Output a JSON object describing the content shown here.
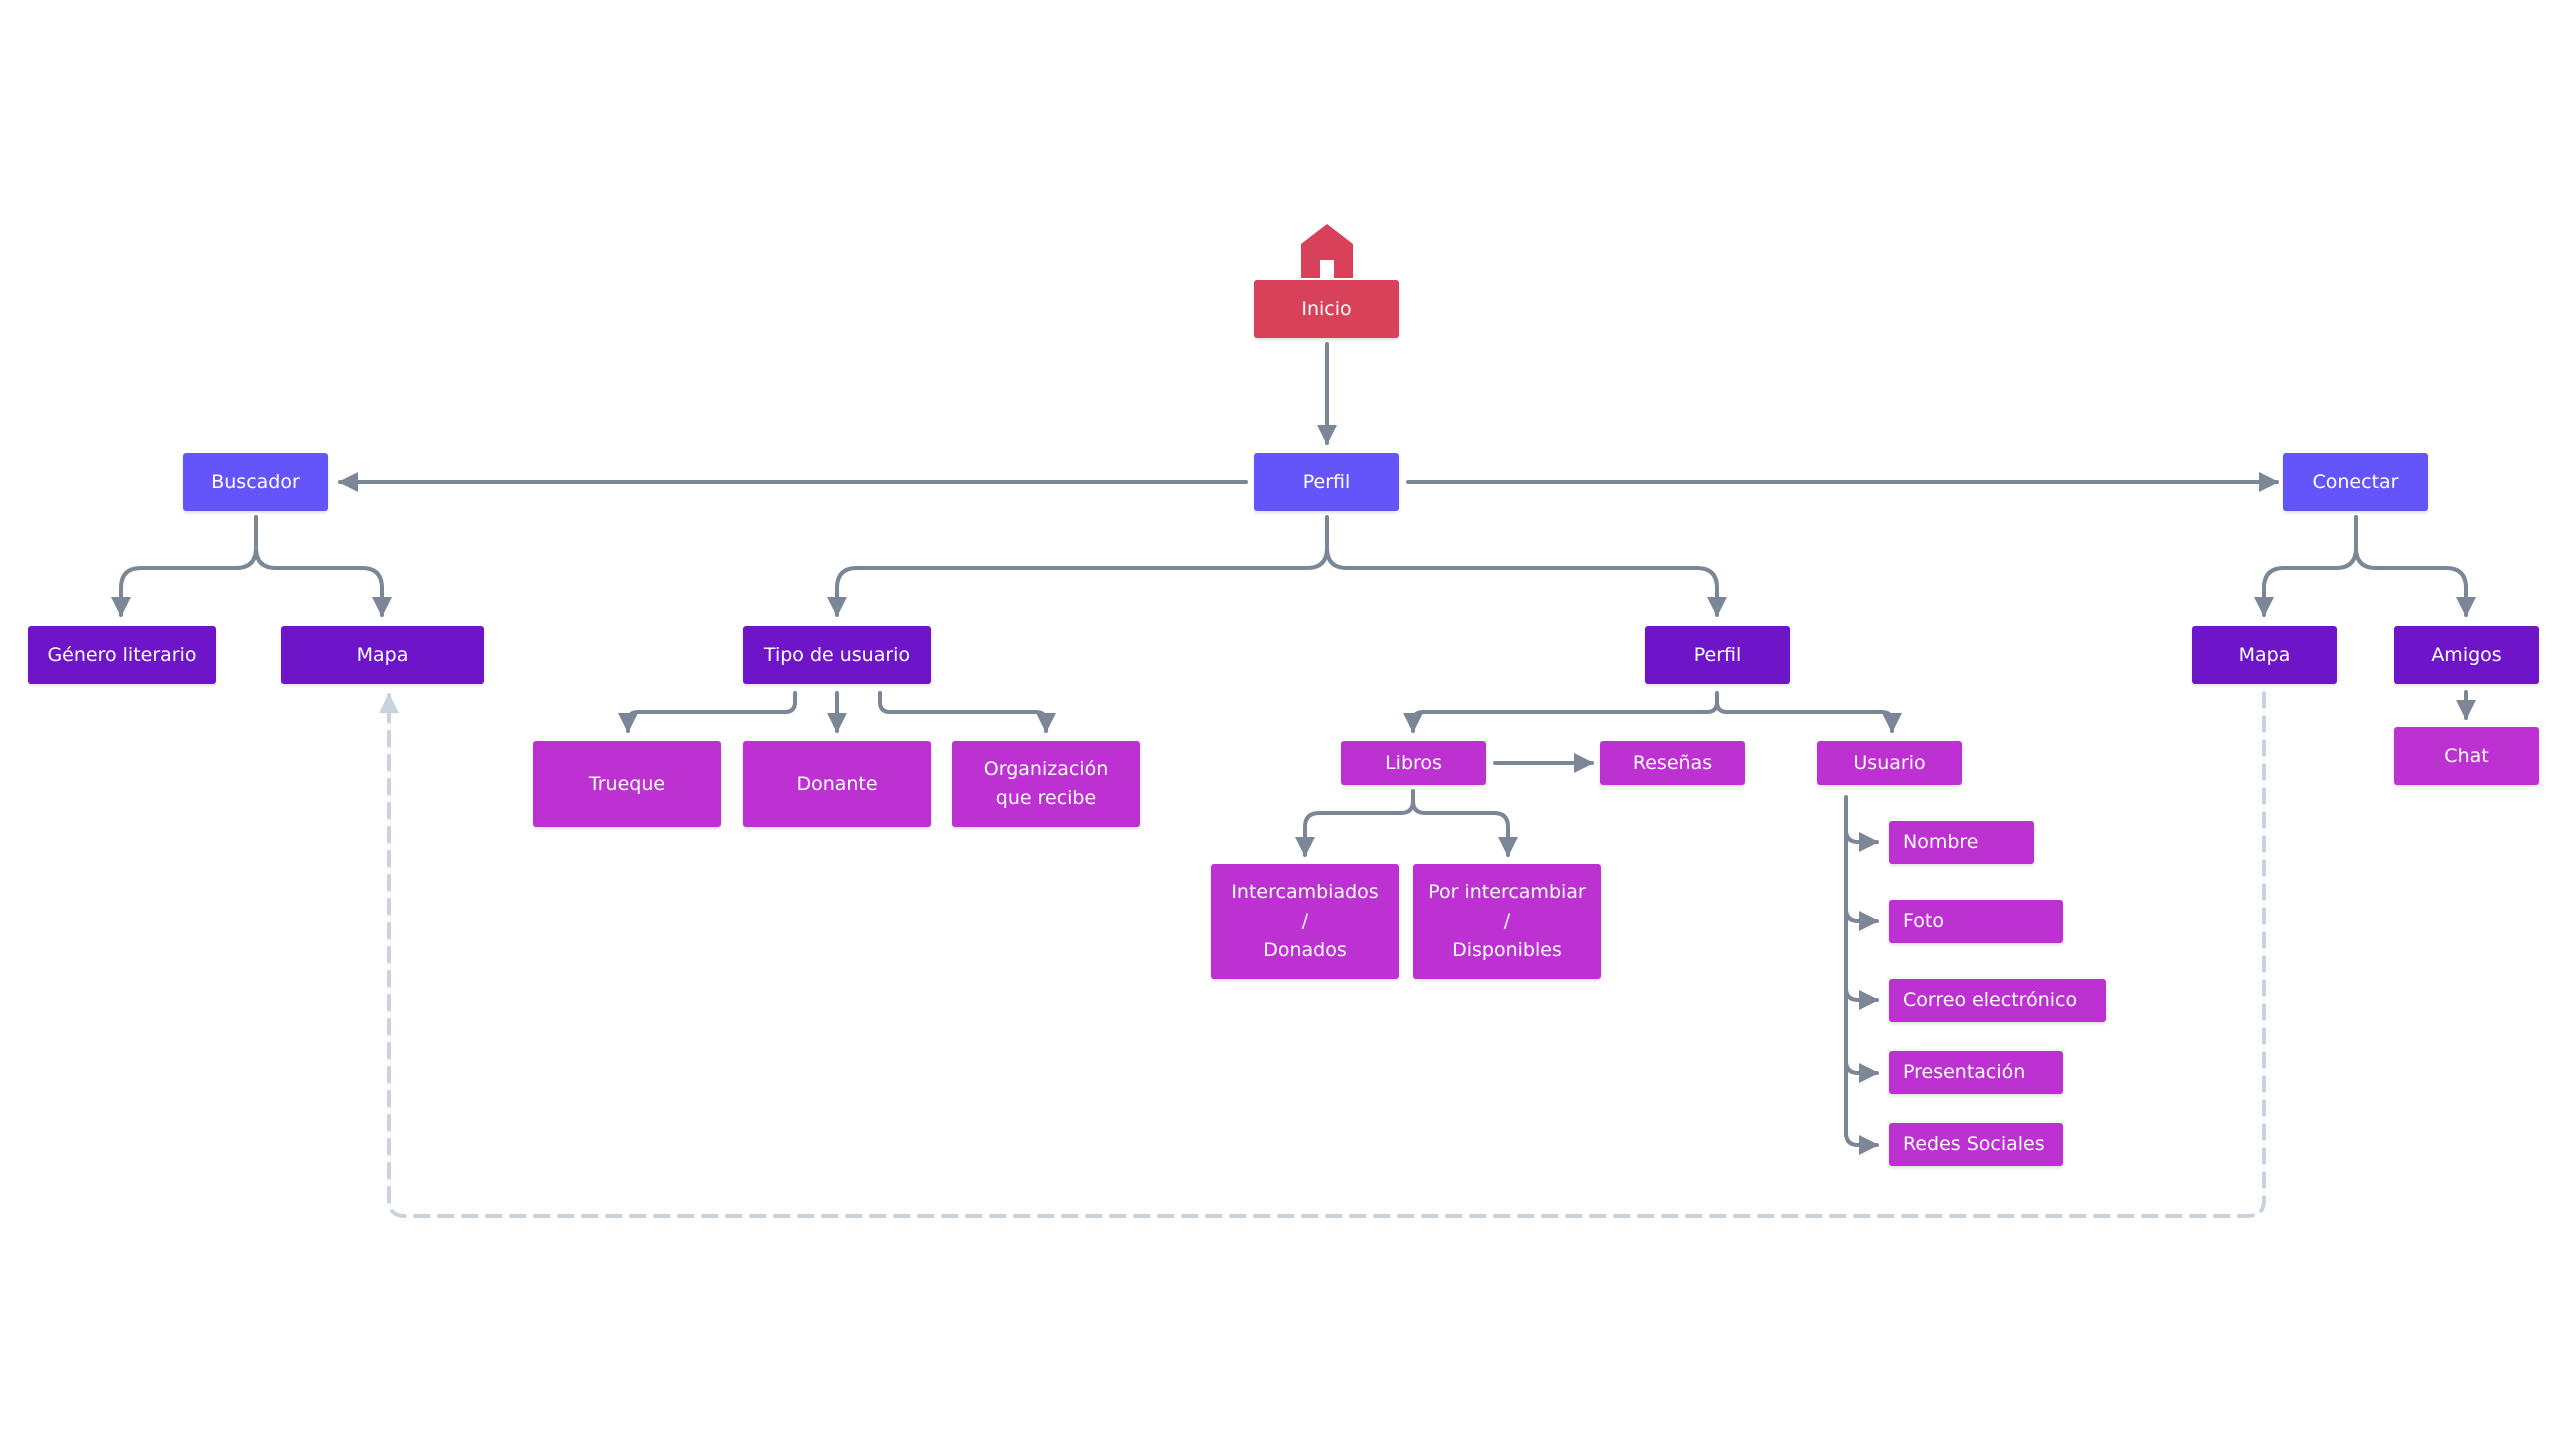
{
  "colors": {
    "root": "#d9405a",
    "level1": "#6455fa",
    "level2": "#6e15c9",
    "level3": "#bd31d2",
    "connector": "#7b8796",
    "dashed_connector": "#c9d3de"
  },
  "icons": {
    "home": "house-icon"
  },
  "nodes": {
    "inicio": "Inicio",
    "perfil_main": "Perfil",
    "buscador": "Buscador",
    "conectar": "Conectar",
    "genero_literario": "Género literario",
    "mapa_buscador": "Mapa",
    "tipo_de_usuario": "Tipo de usuario",
    "perfil_sub": "Perfil",
    "mapa_conectar": "Mapa",
    "amigos": "Amigos",
    "trueque": "Trueque",
    "donante": "Donante",
    "organizacion": "Organización\nque recibe",
    "libros": "Libros",
    "resenas": "Reseñas",
    "usuario": "Usuario",
    "chat": "Chat",
    "intercambiados": "Intercambiados\n/\nDonados",
    "por_intercambiar": "Por intercambiar\n/\nDisponibles",
    "nombre": "Nombre",
    "foto": "Foto",
    "correo": "Correo electrónico",
    "presentacion": "Presentación",
    "redes_sociales": "Redes Sociales"
  }
}
